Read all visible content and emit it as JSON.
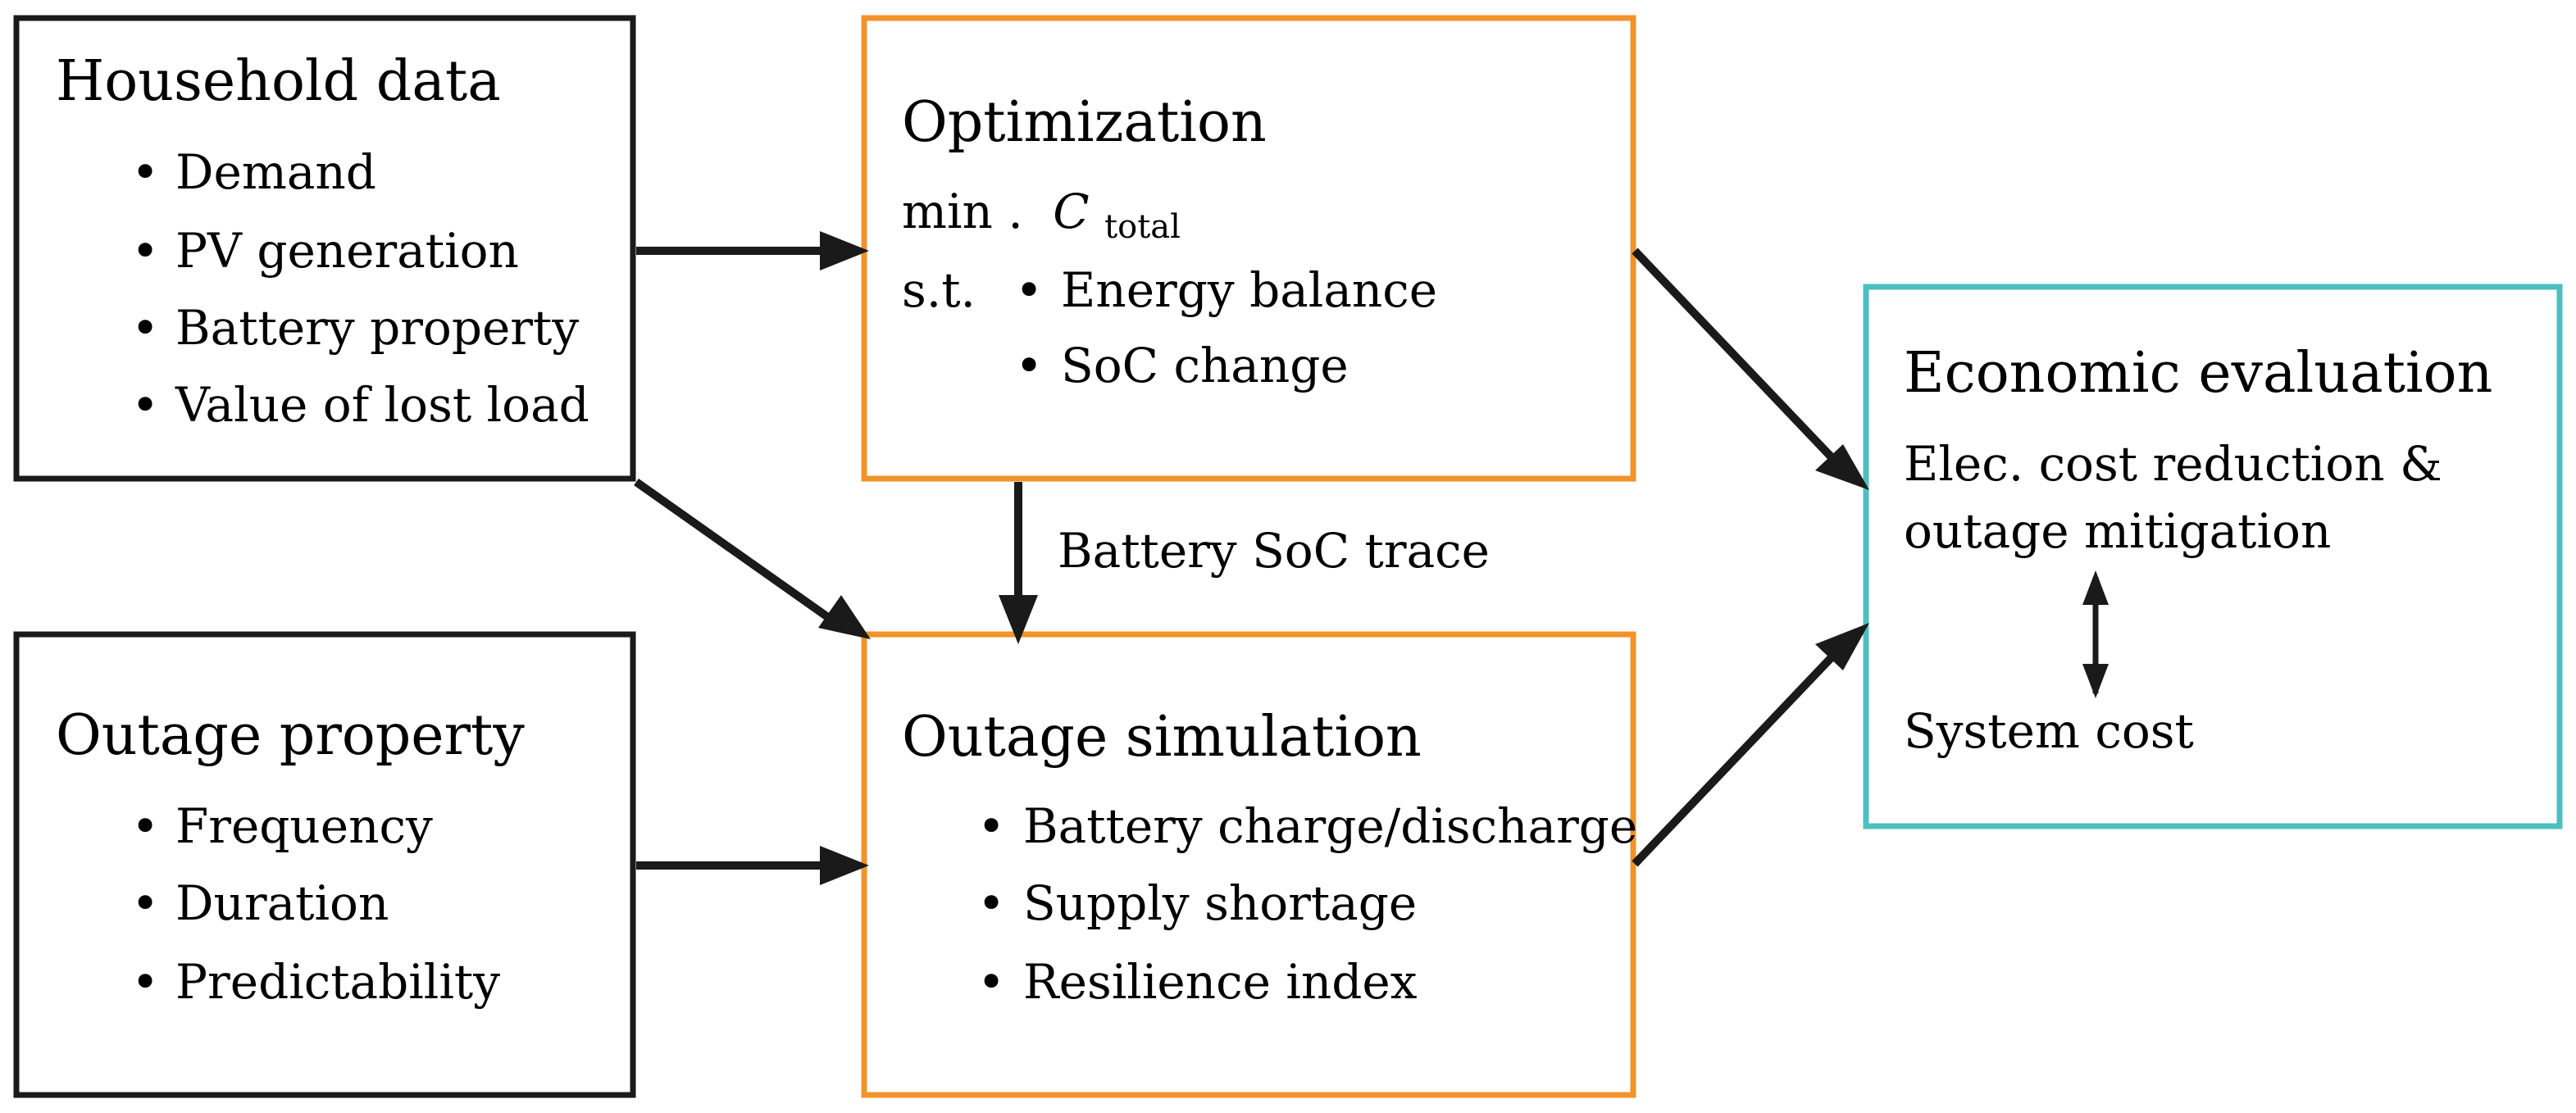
{
  "colors": {
    "input_border": "#1a1a1a",
    "process_border": "#f0932b",
    "output_border": "#4cbfbf",
    "arrow": "#1a1a1a",
    "background": "#ffffff"
  },
  "household": {
    "title": "Household data",
    "items": [
      "Demand",
      "PV generation",
      "Battery property",
      "Value of lost load"
    ]
  },
  "outage_property": {
    "title": "Outage property",
    "items": [
      "Frequency",
      "Duration",
      "Predictability"
    ]
  },
  "optimization": {
    "title": "Optimization",
    "objective_prefix": "min .",
    "objective_var": "C",
    "objective_sub": "total",
    "st_label": "s.t.",
    "constraints": [
      "Energy balance",
      "SoC change"
    ]
  },
  "outage_simulation": {
    "title": "Outage simulation",
    "items": [
      "Battery charge/discharge",
      "Supply shortage",
      "Resilience index"
    ]
  },
  "economic": {
    "title": "Economic evaluation",
    "line1": "Elec. cost reduction &",
    "line2": "outage mitigation",
    "bottom": "System cost"
  },
  "edge_label": "Battery SoC trace",
  "bullet_char": "•"
}
